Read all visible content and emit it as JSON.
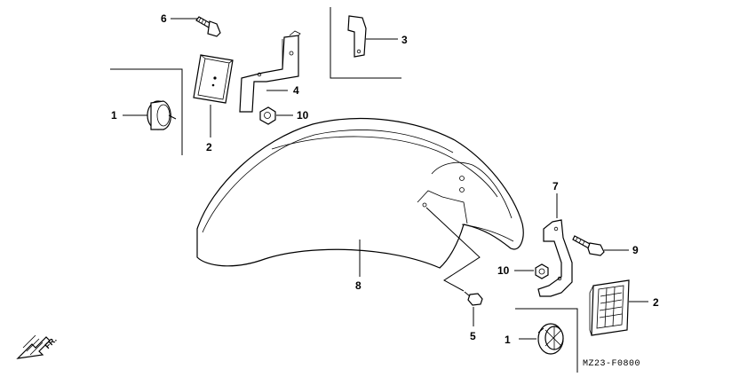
{
  "callouts": [
    {
      "id": "c1a",
      "text": "1"
    },
    {
      "id": "c1b",
      "text": "1"
    },
    {
      "id": "c2a",
      "text": "2"
    },
    {
      "id": "c2b",
      "text": "2"
    },
    {
      "id": "c3",
      "text": "3"
    },
    {
      "id": "c4",
      "text": "4"
    },
    {
      "id": "c5",
      "text": "5"
    },
    {
      "id": "c6",
      "text": "6"
    },
    {
      "id": "c7",
      "text": "7"
    },
    {
      "id": "c8",
      "text": "8"
    },
    {
      "id": "c9",
      "text": "9"
    },
    {
      "id": "c10a",
      "text": "10"
    },
    {
      "id": "c10b",
      "text": "10"
    }
  ],
  "direction_label": "FR.",
  "diagram_code": "MZ23-F0800"
}
